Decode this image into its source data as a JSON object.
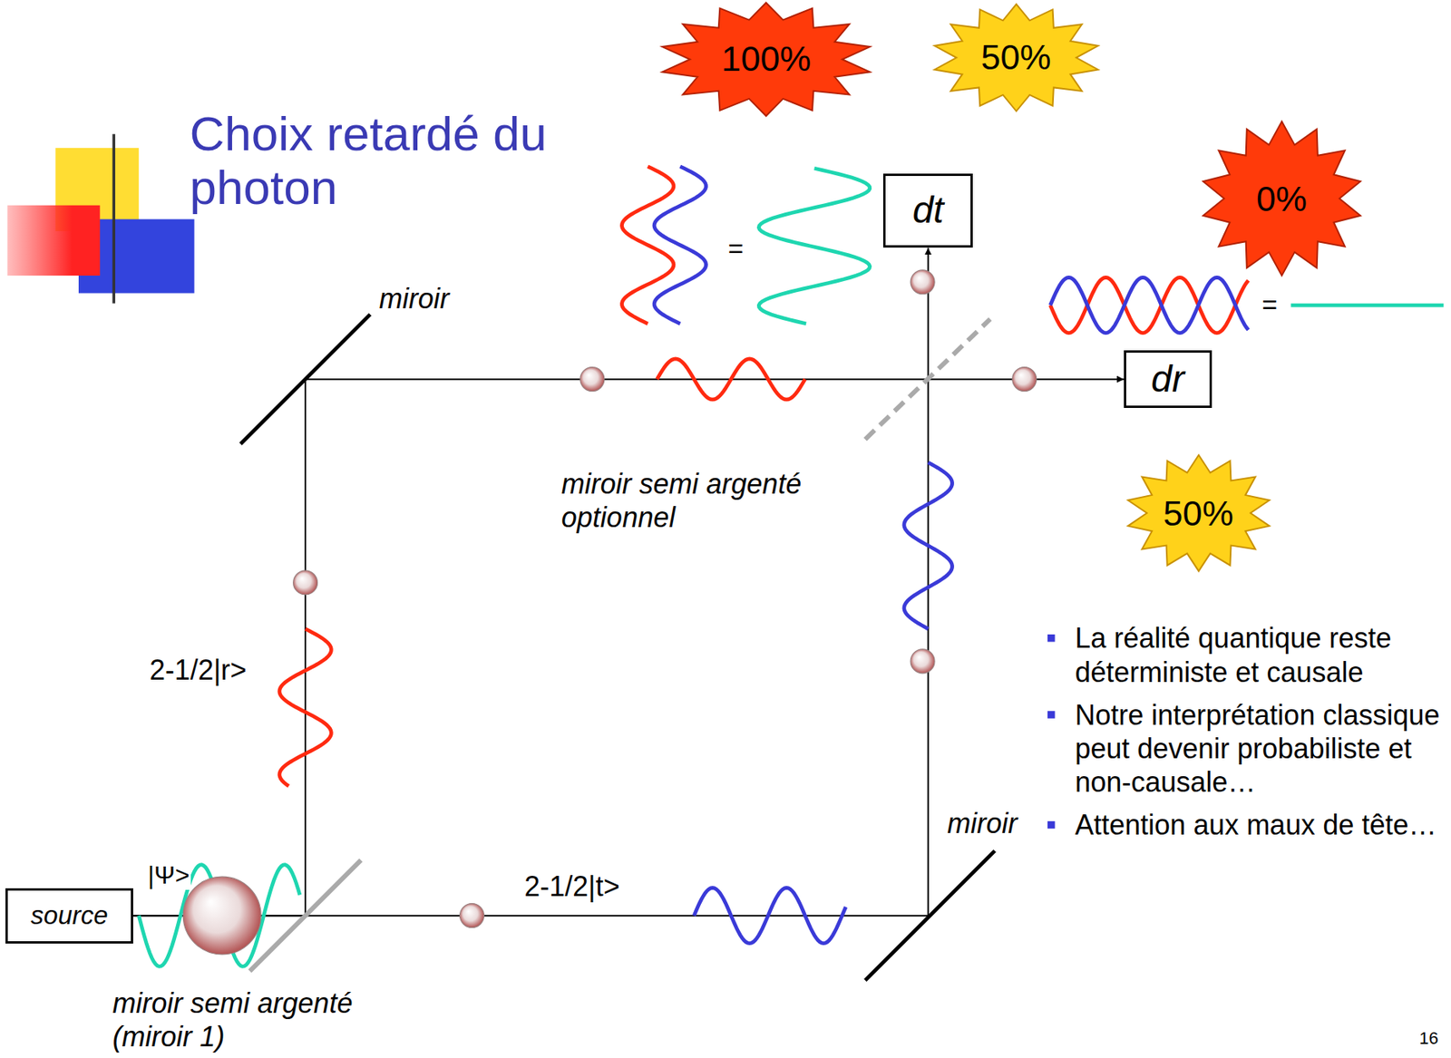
{
  "diagram": {
    "title": "Choix retardé du photon",
    "nodes": [
      {
        "text": [
          "100%"
        ]
      },
      {
        "text": [
          "50%"
        ]
      },
      {
        "text": [
          "dt"
        ]
      },
      {
        "text": [
          "0%"
        ]
      },
      {
        "text": [
          "dr"
        ]
      },
      {
        "text": [
          "50%"
        ]
      },
      {
        "text": [
          "source"
        ]
      }
    ],
    "edges": [
      {
        "from": 6,
        "to": 2,
        "arrow": "to"
      },
      {
        "from": 6,
        "to": 4,
        "arrow": "to"
      }
    ],
    "labels": [
      "=",
      "miroir",
      "=",
      "miroir semi argenté optionnel",
      "2-1/2|r>",
      "miroir",
      "La réalité quantique reste déterministe et causale",
      "Notre interprétation classique peut devenir probabiliste et non-causale…",
      "Attention aux maux de tête…",
      "|Ψ>",
      "2-1/2|t>",
      "miroir semi argenté (miroir 1)",
      "16"
    ]
  }
}
